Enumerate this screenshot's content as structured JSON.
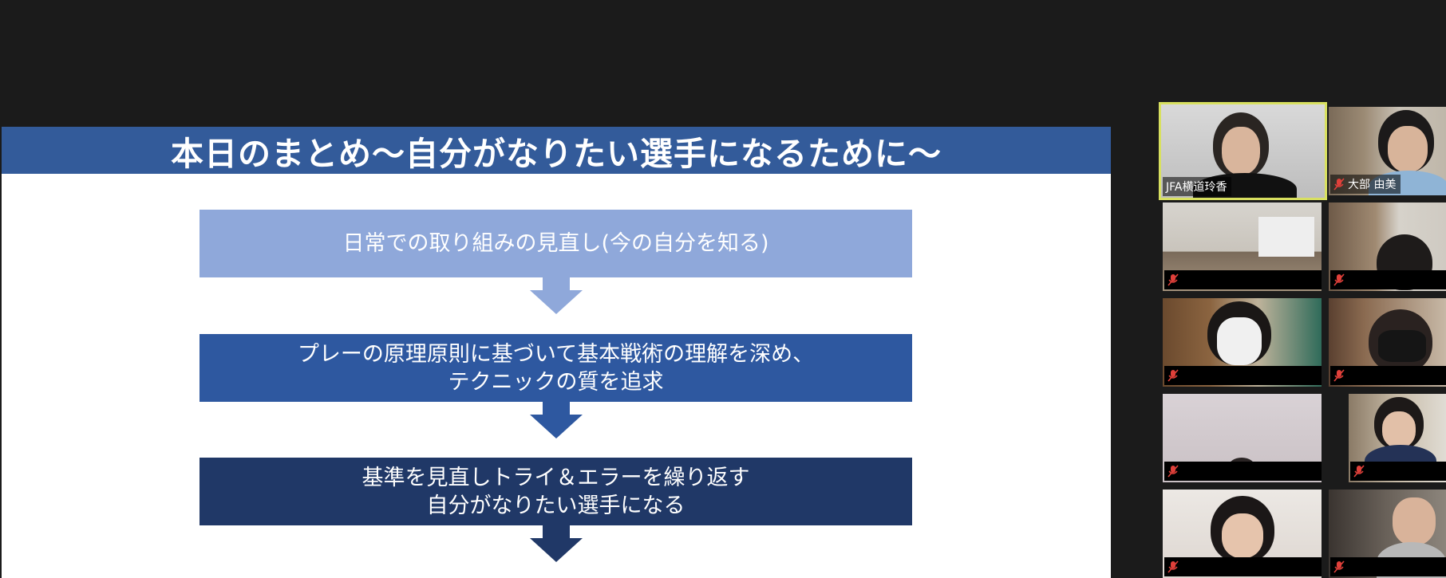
{
  "slide": {
    "title": "本日のまとめ～自分がなりたい選手になるために～",
    "steps": [
      {
        "lines": [
          "日常での取り組みの見直し(今の自分を知る)"
        ]
      },
      {
        "lines": [
          "プレーの原理原則に基づいて基本戦術の理解を深め、",
          "テクニックの質を追求"
        ]
      },
      {
        "lines": [
          "基準を見直しトライ＆エラーを繰り返す",
          "自分がなりたい選手になる"
        ]
      }
    ]
  },
  "gallery": {
    "participants": [
      {
        "name": "JFA横道玲香",
        "muted": false,
        "active": true
      },
      {
        "name": "大部 由美",
        "muted": true,
        "active": false
      },
      {
        "name": "",
        "muted": true,
        "active": false
      },
      {
        "name": "",
        "muted": true,
        "active": false
      },
      {
        "name": "",
        "muted": true,
        "active": false
      },
      {
        "name": "",
        "muted": true,
        "active": false
      },
      {
        "name": "",
        "muted": true,
        "active": false
      },
      {
        "name": "",
        "muted": true,
        "active": false
      },
      {
        "name": "",
        "muted": true,
        "active": false
      },
      {
        "name": "",
        "muted": true,
        "active": false
      }
    ]
  },
  "colors": {
    "header": "#335b9a",
    "step1": "#8fa8da",
    "step2": "#2e58a0",
    "step3": "#203867",
    "arrow1": "#8fa8da",
    "arrow2": "#2e58a0",
    "arrow3": "#203867",
    "active_speaker": "#d8e060",
    "mute": "#e0403a"
  }
}
